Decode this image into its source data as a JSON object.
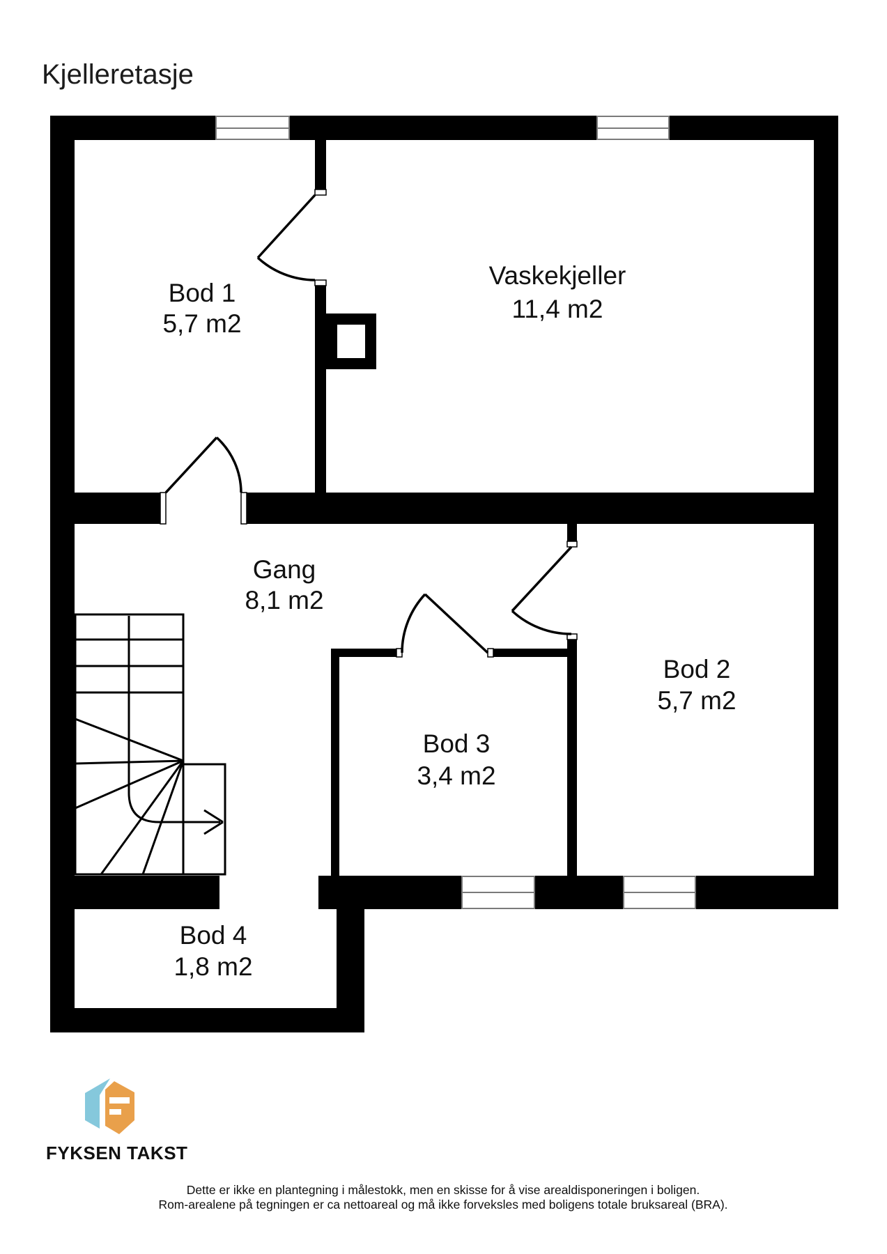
{
  "title": "Kjelleretasje",
  "rooms": [
    {
      "id": "bod1",
      "name": "Bod 1",
      "area": "5,7 m2"
    },
    {
      "id": "vaskekjeller",
      "name": "Vaskekjeller",
      "area": "11,4 m2"
    },
    {
      "id": "gang",
      "name": "Gang",
      "area": "8,1 m2"
    },
    {
      "id": "bod2",
      "name": "Bod 2",
      "area": "5,7 m2"
    },
    {
      "id": "bod3",
      "name": "Bod 3",
      "area": "3,4 m2"
    },
    {
      "id": "bod4",
      "name": "Bod 4",
      "area": "1,8 m2"
    }
  ],
  "logo": {
    "text": "FYKSEN TAKST",
    "colors": {
      "blue": "#85c8dc",
      "orange": "#e9a04b",
      "text": "#21618f"
    }
  },
  "disclaimer": {
    "line1": "Dette er ikke en plantegning i målestokk, men en skisse for å vise arealdisponeringen i boligen.",
    "line2": "Rom-arealene på tegningen er ca nettoareal og må ikke forveksles med boligens totale bruksareal (BRA)."
  },
  "plan": {
    "wall_color": "#000000",
    "background": "#ffffff"
  }
}
